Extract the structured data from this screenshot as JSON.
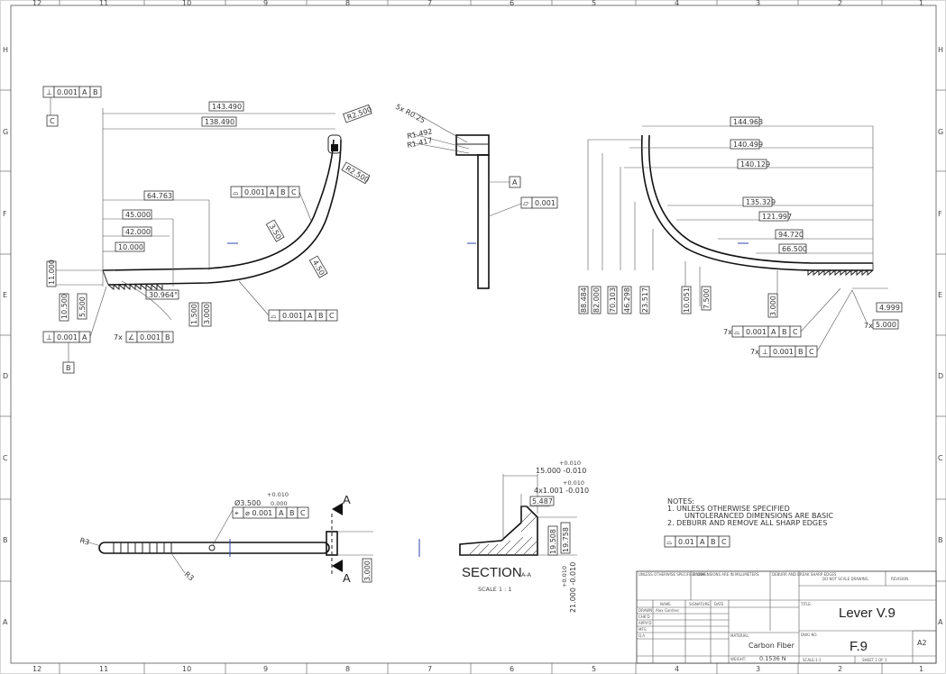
{
  "border": {
    "cols": [
      "12",
      "11",
      "10",
      "9",
      "8",
      "7",
      "6",
      "5",
      "4",
      "3",
      "2",
      "1"
    ],
    "rows": [
      "H",
      "G",
      "F",
      "E",
      "D",
      "C",
      "B",
      "A"
    ]
  },
  "fcf": {
    "f1": {
      "sym": "⊥",
      "tol": "0.001",
      "refs": [
        "A",
        "B"
      ]
    },
    "f2": {
      "sym": "⌓",
      "tol": "0.001",
      "refs": [
        "A",
        "B",
        "C"
      ]
    },
    "f3": {
      "sym": "⌓",
      "tol": "0.001",
      "refs": [
        "A",
        "B",
        "C"
      ]
    },
    "f4": {
      "sym": "⊥",
      "tol": "0.001",
      "refs": [
        "A"
      ]
    },
    "f5": {
      "sym": "∠",
      "tol": "0.001",
      "refs": [
        "B"
      ],
      "prefix": "7x"
    },
    "f6": {
      "sym": "▱",
      "tol": "0.001",
      "refs": []
    },
    "f7": {
      "sym": "⌓",
      "tol": "0.001",
      "refs": [
        "A",
        "B",
        "C"
      ],
      "prefix": "7x"
    },
    "f8": {
      "sym": "⊥",
      "tol": "0.001",
      "refs": [
        "B",
        "C"
      ],
      "prefix": "7x"
    },
    "f9": {
      "sym": "⌖",
      "tol": "⌀ 0.001",
      "refs": [
        "A",
        "B",
        "C"
      ]
    },
    "f10": {
      "sym": "⌓",
      "tol": "0.01",
      "refs": [
        "A",
        "B",
        "C"
      ]
    }
  },
  "datums": {
    "c": "C",
    "b": "B",
    "a": "A"
  },
  "dims_front": {
    "d143": "143.490",
    "d138": "138.490",
    "r25a": "R2.500",
    "r25b": "R2.500",
    "d64": "64.763",
    "d45": "45.000",
    "d42": "42.000",
    "d10": "10.000",
    "d11": "11.000",
    "d105": "10.500",
    "d55": "5.500",
    "ang": "30.964°",
    "d15": "1.500",
    "d3": "3.000",
    "d350": "3.50",
    "d450": "4.50"
  },
  "dims_side": {
    "c1": "5x R0.25",
    "r1": "R1.492",
    "r2": "R1.417"
  },
  "dims_right": {
    "d144": "144.963",
    "d140a": "140.499",
    "d140b": "140.129",
    "d135": "135.329",
    "d121": "121.997",
    "d94": "94.720",
    "d66": "66.500",
    "v1": "88.484",
    "v2": "82.000",
    "v3": "70.103",
    "v4": "46.298",
    "v5": "23.517",
    "v6": "10.051",
    "v7": "7.500",
    "v8": "3.000",
    "d4999": "4.999",
    "d5000": "5.000",
    "x7": "7x"
  },
  "dims_top": {
    "hole_tol": "+0.010",
    "hole_dia": "Ø3.500",
    "hole_low": "0.000",
    "r3a": "R3",
    "r3b": "R3",
    "d3b": "3.000",
    "sec": "A"
  },
  "section": {
    "title": "SECTION",
    "sub": "A-A",
    "scale": "SCALE 1 : 1",
    "t1": "+0.010",
    "t2": "15.000 -0.010",
    "t3": "+0.010",
    "t4": "4x1.001 -0.010",
    "d5487": "5.487",
    "d19508": "19.508",
    "d19758": "19.758",
    "v1": "+0.010",
    "v2": "21.000 -0.010"
  },
  "notes": {
    "head": "NOTES:",
    "n1a": "1.   UNLESS OTHERWISE SPECIFIED",
    "n1b": "UNTOLERANCED DIMENSIONS ARE BASIC",
    "n2": "2.   DEBURR AND REMOVE ALL SHARP EDGES"
  },
  "title_block": {
    "name": "Lever V.9",
    "dwg": "F.9",
    "size": "A2",
    "material": "Carbon Fiber",
    "weight": "0.1536 N",
    "c1": "NAME",
    "c2": "SIGNATURE",
    "c3": "DATE",
    "drawn": "DRAWN",
    "chk": "CHK'D",
    "appv": "APPV'D",
    "mfg": "MFG",
    "qa": "Q.A",
    "drawn_name": "Alex Gardner",
    "material_label": "MATERIAL:",
    "weight_label": "WEIGHT:",
    "dwg_label": "DWG NO.",
    "title_label": "TITLE:",
    "scale": "SCALE:1:1",
    "sheet": "SHEET 1 OF 1",
    "finish": "FINISH:",
    "deburr": "DEBURR AND BREAK SHARP EDGES",
    "noscale": "DO NOT SCALE DRAWING",
    "revision": "REVISION",
    "unless": "UNLESS OTHERWISE SPECIFIED: DIMENSIONS ARE IN MILLIMETERS"
  }
}
